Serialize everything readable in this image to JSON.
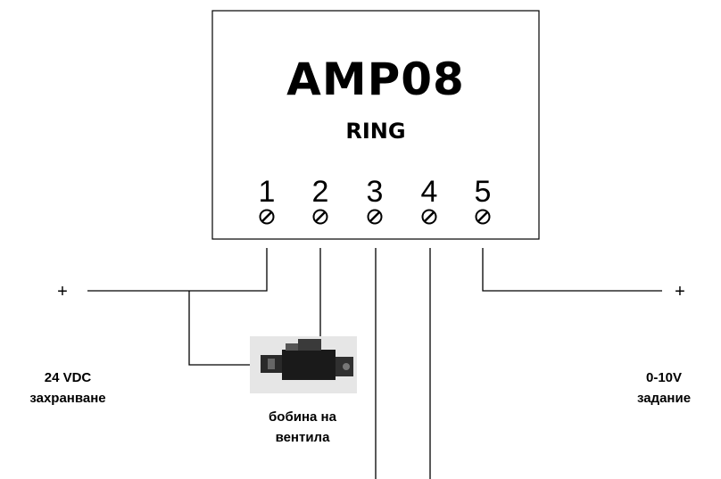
{
  "device": {
    "model": "AMP08",
    "brand": "RING"
  },
  "terminals": [
    "1",
    "2",
    "3",
    "4",
    "5"
  ],
  "left_supply": {
    "sign": "+",
    "label_line1": "24 VDC",
    "label_line2": "захранване"
  },
  "valve": {
    "label_line1": "бобина на",
    "label_line2": "вентила"
  },
  "right_input": {
    "sign": "+",
    "label_line1": "0-10V",
    "label_line2": "задание"
  }
}
